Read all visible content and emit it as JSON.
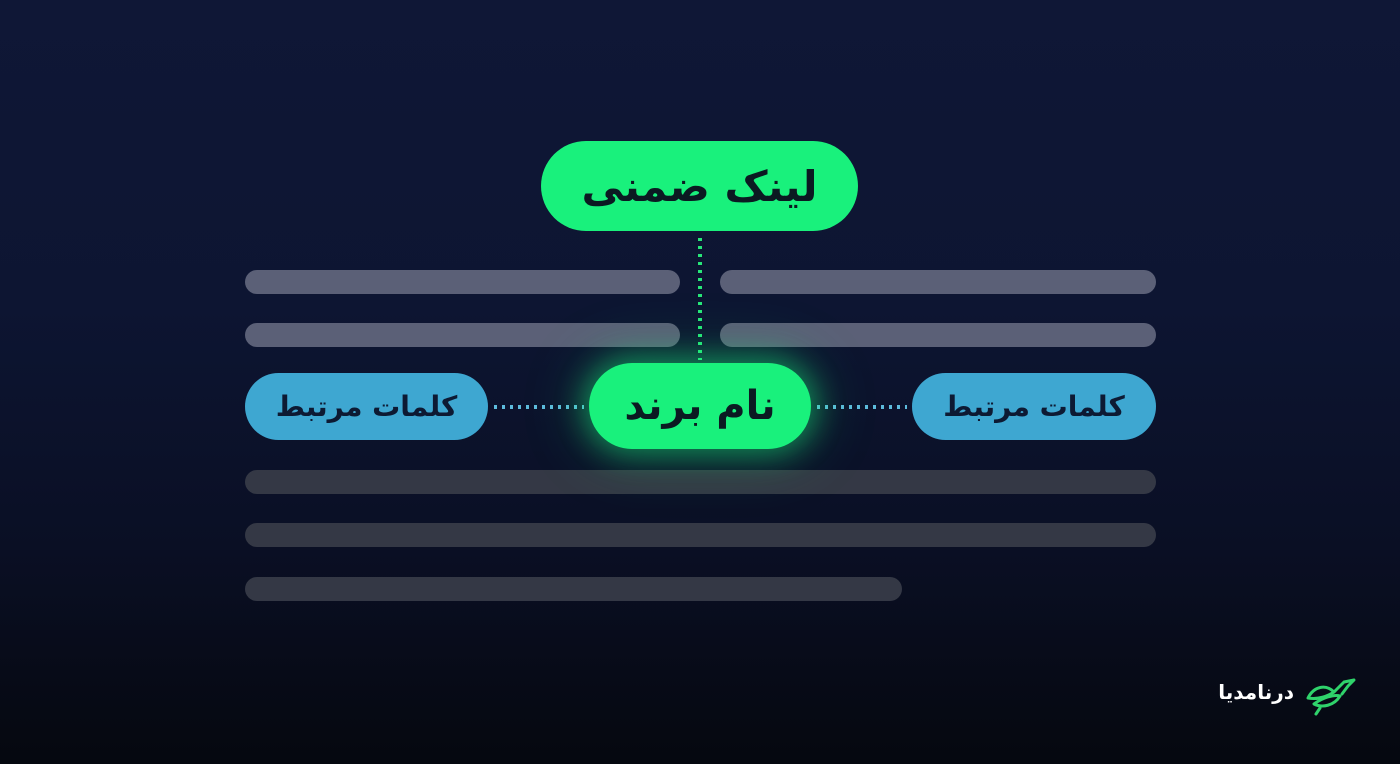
{
  "diagram": {
    "implicit_link_label": "لینک ضمنی",
    "brand_name_label": "نام برند",
    "related_left_label": "کلمات مرتبط",
    "related_right_label": "کلمات مرتبط"
  },
  "branding": {
    "logo_text": "درنامدیا",
    "logo_icon": "crane-bird-icon"
  },
  "colors": {
    "background": "#0f1736",
    "accent_green": "#19f17c",
    "accent_blue": "#3ea7d1",
    "text_line_light": "#5b6077",
    "text_line_dark": "#343845"
  }
}
